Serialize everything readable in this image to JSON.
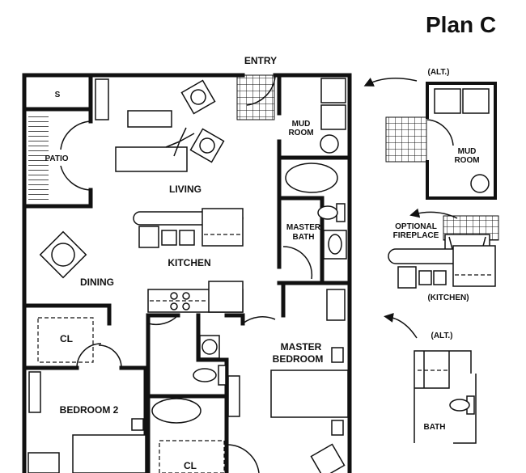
{
  "title": "Plan C",
  "rooms": {
    "entry": "ENTRY",
    "storage": "S",
    "patio": "PATIO",
    "living": "LIVING",
    "kitchen": "KITCHEN",
    "dining": "DINING",
    "mud_room_1": "MUD",
    "mud_room_2": "ROOM",
    "master_bath_1": "MASTER",
    "master_bath_2": "BATH",
    "master_bedroom_1": "MASTER",
    "master_bedroom_2": "BEDROOM",
    "closet_1": "CL",
    "bedroom_2": "BEDROOM 2",
    "closet_2": "CL"
  },
  "alternates": {
    "alt_label_1": "(ALT.)",
    "mud_room_1": "MUD",
    "mud_room_2": "ROOM",
    "fireplace_1": "OPTIONAL",
    "fireplace_2": "FIREPLACE",
    "kitchen_note": "(KITCHEN)",
    "alt_label_2": "(ALT.)",
    "bath": "BATH"
  }
}
